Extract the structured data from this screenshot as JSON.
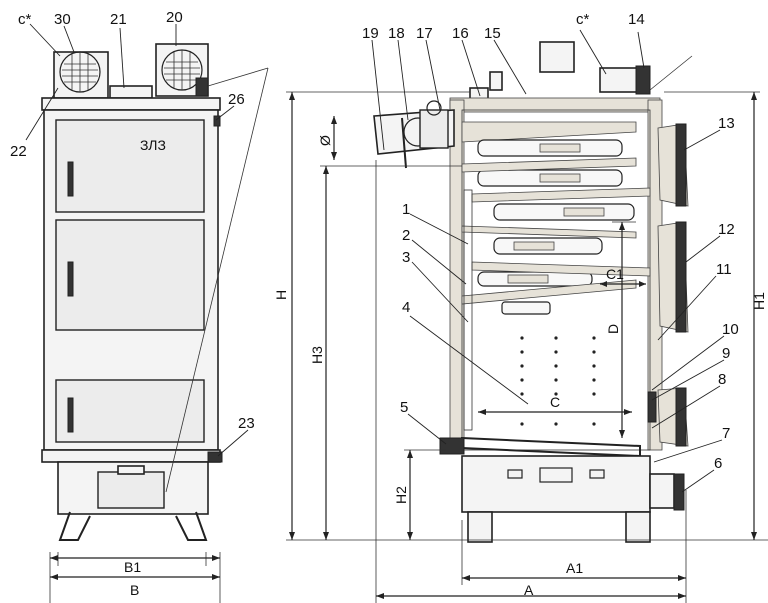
{
  "labels": {
    "c_star_left": "c*",
    "n30": "30",
    "n21": "21",
    "n20": "20",
    "n22": "22",
    "n26": "26",
    "n23": "23",
    "n19": "19",
    "n18": "18",
    "n17": "17",
    "n16": "16",
    "n15": "15",
    "c_star_right": "c*",
    "n14": "14",
    "n13": "13",
    "n12": "12",
    "n11": "11",
    "n10": "10",
    "n9": "9",
    "n8": "8",
    "n7": "7",
    "n6": "6",
    "n5": "5",
    "n4": "4",
    "n3": "3",
    "n2": "2",
    "n1": "1"
  },
  "dimensions": {
    "B1": "B1",
    "B": "B",
    "A1": "A1",
    "A": "A",
    "H": "H",
    "H1": "H1",
    "H2": "H2",
    "H3": "H3",
    "C": "C",
    "C1": "C1",
    "D": "D",
    "phi": "Ø"
  },
  "brand": "ЗЛЗ"
}
